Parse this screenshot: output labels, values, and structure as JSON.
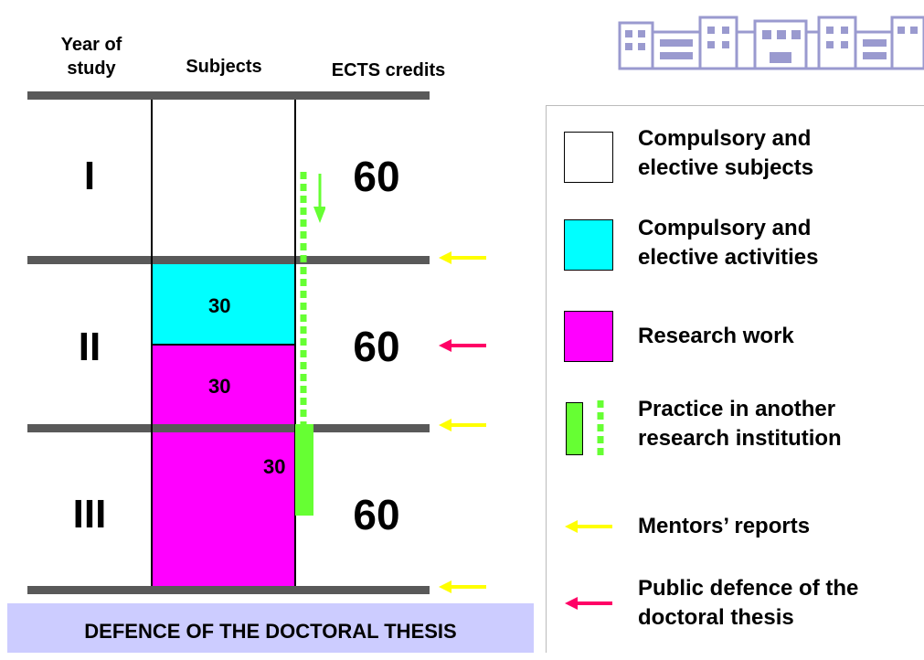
{
  "headers": {
    "year": "Year of study",
    "subjects": "Subjects",
    "credits": "ECTS credits"
  },
  "years": [
    {
      "roman": "I",
      "credits": "60"
    },
    {
      "roman": "II",
      "credits": "60"
    },
    {
      "roman": "III",
      "credits": "60"
    }
  ],
  "blocks": {
    "activities_year2": "30",
    "research_year2": "30",
    "practice_year3": "30"
  },
  "colors": {
    "compulsory_subjects": "#ffffff",
    "activities": "#00ffff",
    "research": "#ff00ff",
    "practice": "#66ff33",
    "mentor_arrow": "#ffff00",
    "defence_arrow": "#ff0066",
    "rule": "#595959",
    "title_bg": "#ccccff",
    "logo": "#9a9acf"
  },
  "legend": [
    {
      "label_line1": "Compulsory and",
      "label_line2": "elective subjects",
      "icon": "white-box"
    },
    {
      "label_line1": "Compulsory and",
      "label_line2": "elective activities",
      "icon": "cyan-box"
    },
    {
      "label_line1": "Research work",
      "label_line2": "",
      "icon": "magenta-box"
    },
    {
      "label_line1": "Practice in another",
      "label_line2": "research institution",
      "icon": "green-bar-and-dots"
    },
    {
      "label_line1": "Mentors’ reports",
      "label_line2": "",
      "icon": "yellow-arrow-left"
    },
    {
      "label_line1": "Public defence of the",
      "label_line2": "doctoral thesis",
      "icon": "red-arrow-left"
    }
  ],
  "footer_title": "DEFENCE OF THE DOCTORAL THESIS",
  "logo_icon": "university-building-icon"
}
